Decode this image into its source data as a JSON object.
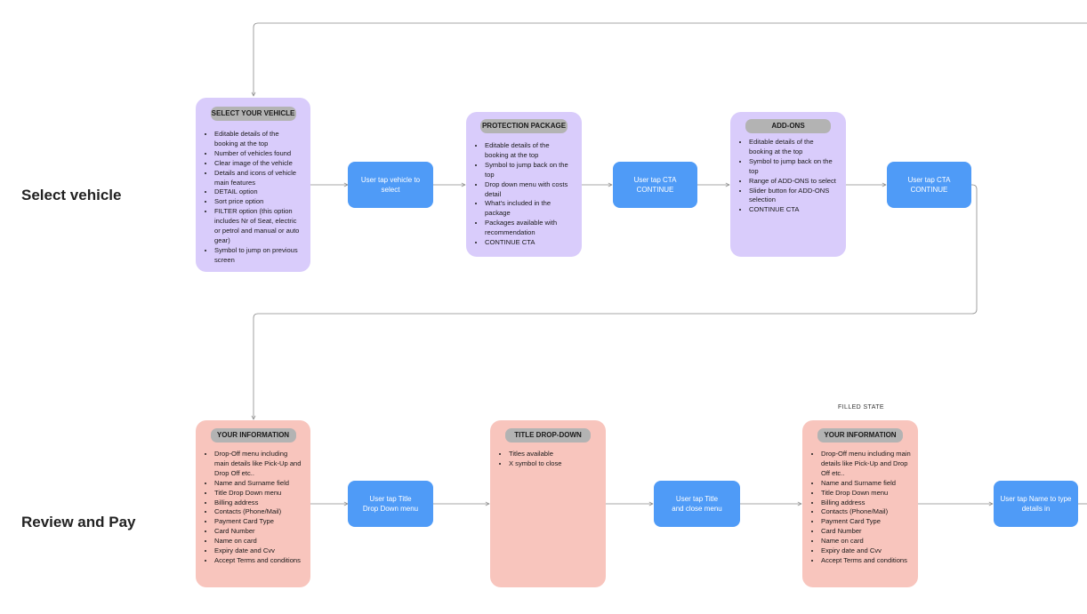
{
  "rows": {
    "select_vehicle": "Select vehicle",
    "review_and_pay": "Review and Pay"
  },
  "cards": {
    "select_vehicle": {
      "title": "SELECT YOUR VEHICLE",
      "items": [
        " Editable details of the booking at the top",
        "Number of vehicles found",
        "Clear image of the vehicle",
        "Details and icons of vehicle main features",
        "DETAIL option",
        "Sort price option",
        "FILTER option (this option includes Nr of Seat, electric or petrol and manual or auto gear)",
        "Symbol to jump on previous screen"
      ]
    },
    "protection_package": {
      "title": "PROTECTION PACKAGE",
      "items": [
        " Editable details of the booking at the top",
        "Symbol to jump back on the top",
        "Drop down menu with costs detail",
        "What's included in the package",
        "Packages available with recommendation",
        "CONTINUE CTA"
      ]
    },
    "add_ons": {
      "title": "ADD-ONS",
      "items": [
        " Editable details of the booking at the top",
        "Symbol to jump back on the top",
        "Range of ADD-ONS to select",
        "Slider button for ADD-ONS selection",
        "CONTINUE CTA"
      ]
    },
    "your_information": {
      "title": "YOUR INFORMATION",
      "items": [
        "Drop-Off menu including main details like Pick-Up and Drop Off etc..",
        "Name and Surname field",
        "Title Drop Down menu",
        "Billing address",
        "Contacts (Phone/Mail)",
        " Payment Card Type",
        "Card Number",
        "Name on card",
        "Expiry date and Cvv",
        "Accept Terms and conditions"
      ]
    },
    "title_dropdown": {
      "title": "TITLE DROP-DOWN",
      "items": [
        "Titles available",
        "X symbol to close"
      ]
    },
    "your_information_filled": {
      "state": "FILLED STATE",
      "title": "YOUR INFORMATION",
      "items": [
        " Drop-Off menu including main details like Pick-Up and Drop Off etc..",
        "Name and Surname field",
        "Title Drop Down menu",
        "Billing address",
        "Contacts (Phone/Mail)",
        " Payment Card Type",
        "Card Number",
        "Name on card",
        "Expiry date and Cvv",
        "Accept Terms and conditions"
      ]
    }
  },
  "actions": {
    "tap_vehicle": "User tap vehicle to select",
    "tap_cta_1": "User tap CTA\nCONTINUE",
    "tap_cta_2": "User tap CTA\nCONTINUE",
    "tap_title": "User tap Title\nDrop Down menu",
    "tap_title_close": "User tap Title\nand close menu",
    "tap_name": "User tap Name to type details in"
  },
  "colors": {
    "purple_card": "#d9ccfb",
    "pink_card": "#f8c5bd",
    "action_blue": "#4f9bf7",
    "pill_gray": "#b3b3b3",
    "connector": "#8a8a8a"
  }
}
